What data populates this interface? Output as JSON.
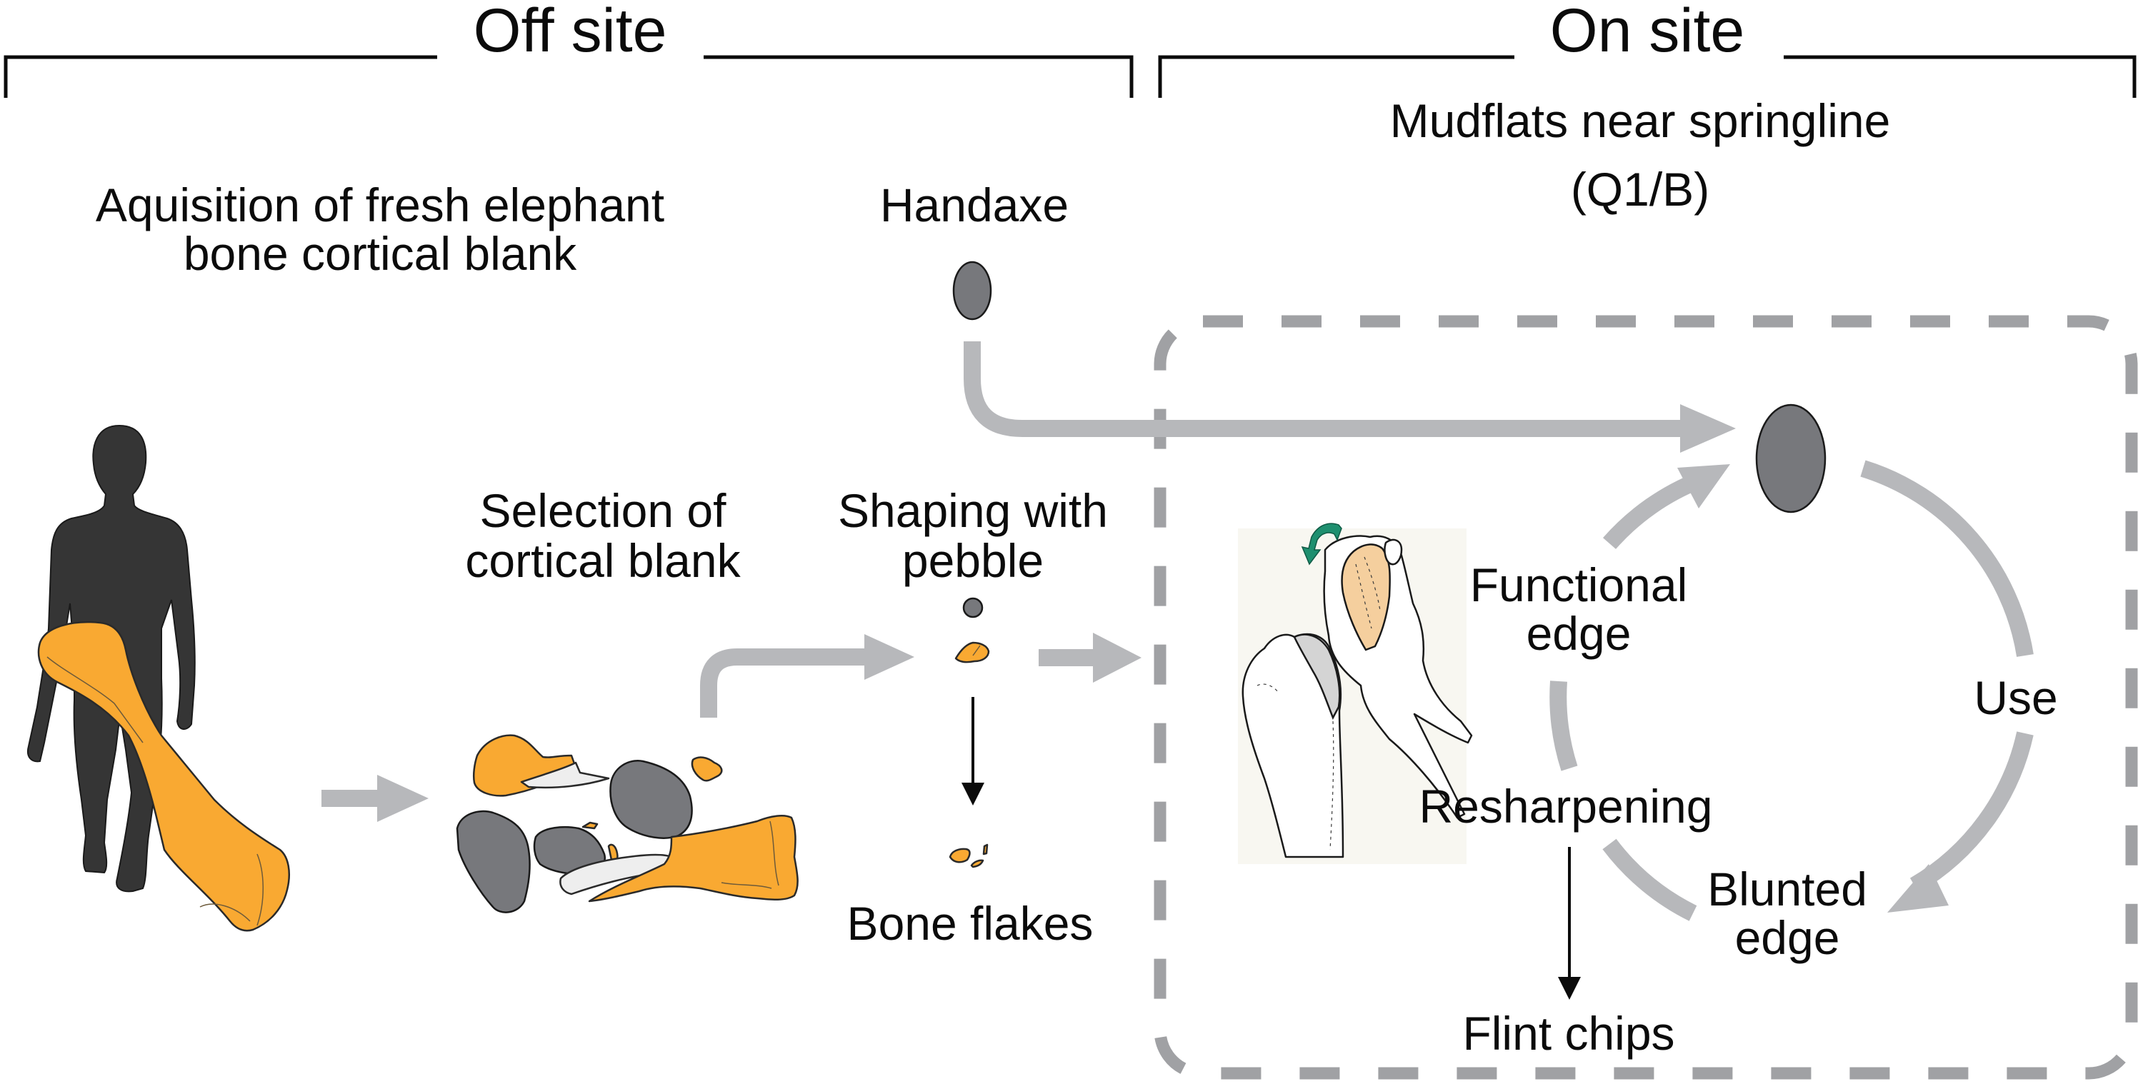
{
  "figure": {
    "sections": {
      "off_site": "Off site",
      "on_site": "On site"
    },
    "location": {
      "line1": "Mudflats near springline",
      "line2": "(Q1/B)"
    },
    "steps": {
      "acquisition": {
        "line1": "Aquisition of fresh elephant",
        "line2": "bone cortical blank"
      },
      "handaxe": "Handaxe",
      "selection": {
        "line1": "Selection of",
        "line2": "cortical blank"
      },
      "shaping": {
        "line1": "Shaping with",
        "line2": "pebble"
      },
      "bone_flakes": "Bone flakes"
    },
    "cycle": {
      "functional_edge": {
        "line1": "Functional",
        "line2": "edge"
      },
      "use": "Use",
      "blunted_edge": {
        "line1": "Blunted",
        "line2": "edge"
      },
      "resharpening": "Resharpening",
      "flint_chips": "Flint chips"
    },
    "icons": {
      "person": "human-silhouette-icon",
      "bone": "elephant-bone-icon",
      "stones": "stone-cluster-icon",
      "handaxe": "handaxe-ellipse-icon",
      "pebble": "pebble-icon",
      "hands": "hands-retouching-illustration"
    },
    "colors": {
      "bone_orange": "#f9a932",
      "stone_gray": "#77787c",
      "flow_arrow_gray": "#b7b8bb",
      "dashed_box_gray": "#a0a1a4",
      "person_dark": "#353535",
      "rotation_arrow_green": "#1e8f6f",
      "flint_tan": "#f5cf9e"
    }
  }
}
